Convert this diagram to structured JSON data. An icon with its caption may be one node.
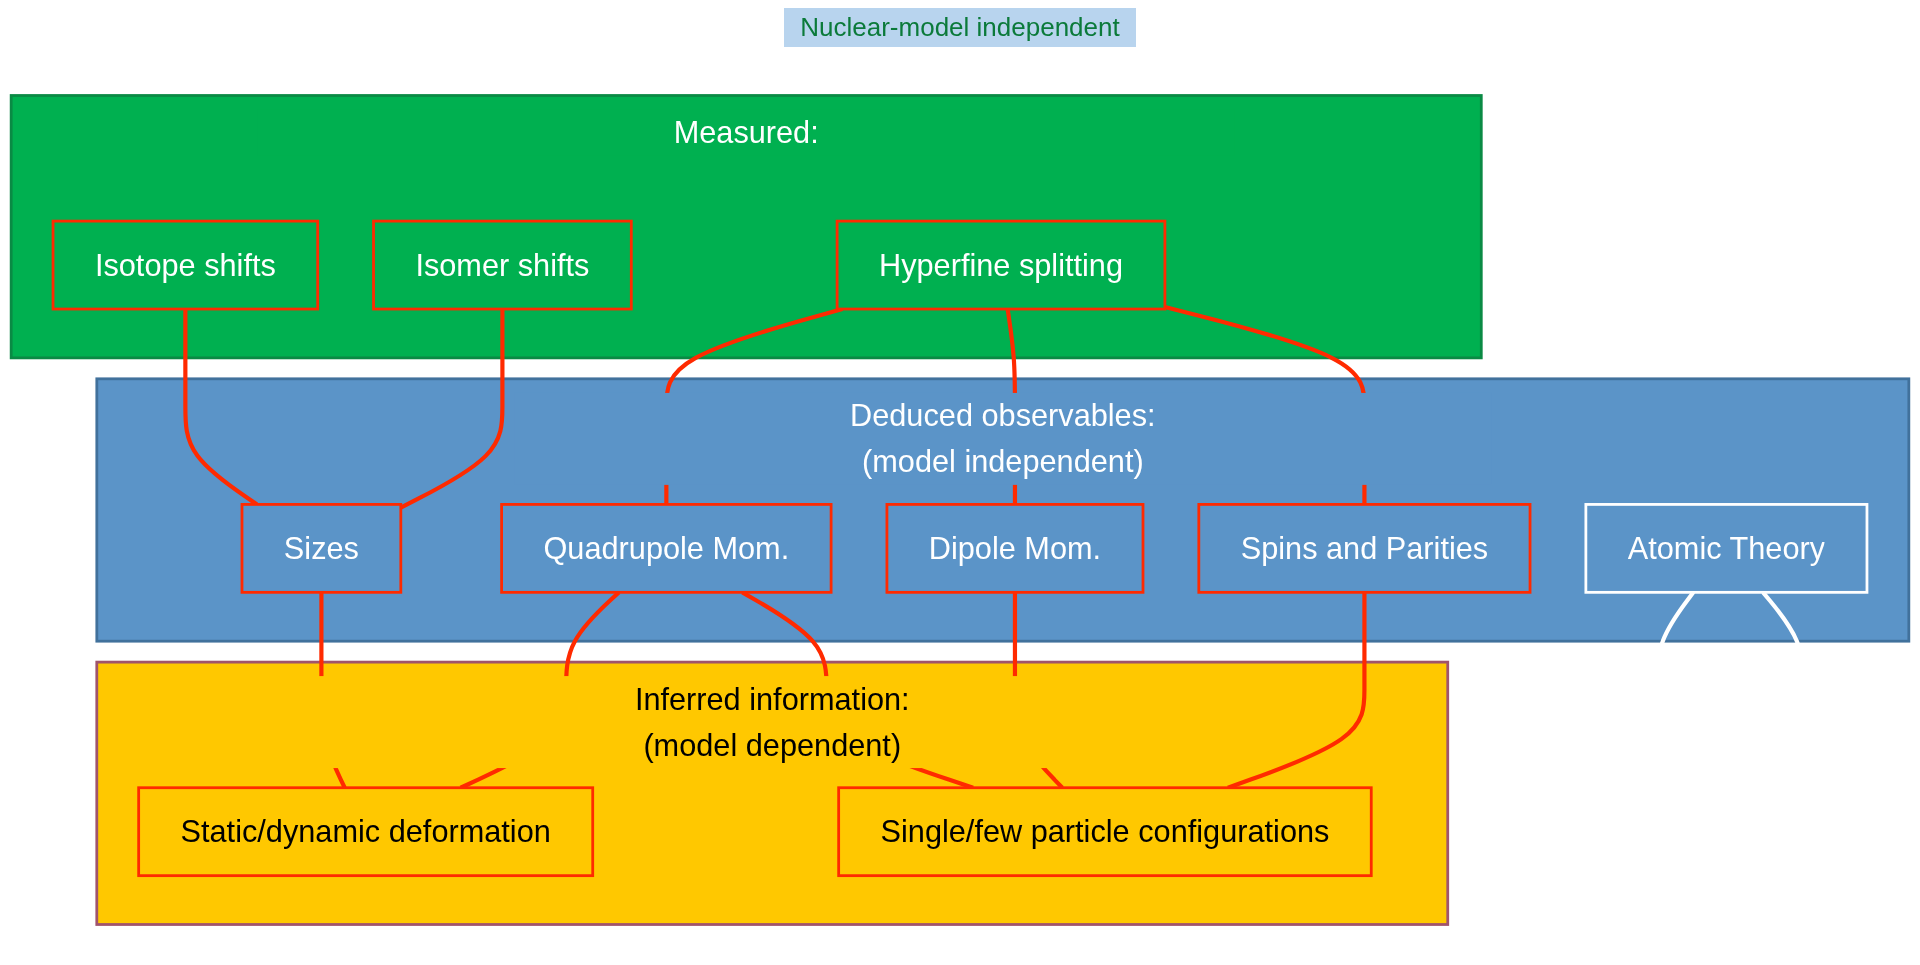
{
  "diagram": {
    "nodes": [
      {
        "text": [
          "Measured:"
        ]
      },
      {
        "text": [
          "Isotope shifts"
        ],
        "in": 0
      },
      {
        "text": [
          "Isomer shifts"
        ],
        "in": 0
      },
      {
        "text": [
          "Hyperfine splitting"
        ],
        "in": 0
      },
      {
        "text": [
          "Deduced observables:",
          "(model independent)"
        ]
      },
      {
        "text": [
          "Atomic Theory"
        ],
        "in": 4
      },
      {
        "text": [
          "Sizes"
        ],
        "in": 4
      },
      {
        "text": [
          "Quadrupole Mom."
        ],
        "in": 4
      },
      {
        "text": [
          "Dipole Mom."
        ],
        "in": 4
      },
      {
        "text": [
          "Spins and Parities"
        ],
        "in": 4
      },
      {
        "text": [
          "Inferred information:",
          "(model dependent)"
        ]
      },
      {
        "text": [
          "Static/dynamic deformation"
        ],
        "in": 10
      },
      {
        "text": [
          "Single/few particle configurations"
        ],
        "in": 10
      }
    ],
    "edges": [
      {
        "from": 5,
        "to": null,
        "arrow": "to",
        "color": "#ffffff"
      },
      {
        "from": 5,
        "to": null,
        "arrow": "to",
        "color": "#ffffff"
      },
      {
        "from": 1,
        "to": 6,
        "arrow": "none"
      },
      {
        "from": 2,
        "to": 6,
        "arrow": "none"
      },
      {
        "from": 3,
        "to": 7,
        "arrow": "none"
      },
      {
        "from": 3,
        "to": 8,
        "arrow": "none"
      },
      {
        "from": 3,
        "to": 9,
        "arrow": "none"
      },
      {
        "from": 6,
        "to": 11,
        "arrow": "none"
      },
      {
        "from": 7,
        "to": 11,
        "arrow": "none"
      },
      {
        "from": 7,
        "to": 12,
        "arrow": "none"
      },
      {
        "from": 8,
        "to": 12,
        "arrow": "none"
      },
      {
        "from": 9,
        "to": 12,
        "arrow": "none"
      }
    ],
    "labels": [
      "Nuclear-model independent"
    ]
  }
}
